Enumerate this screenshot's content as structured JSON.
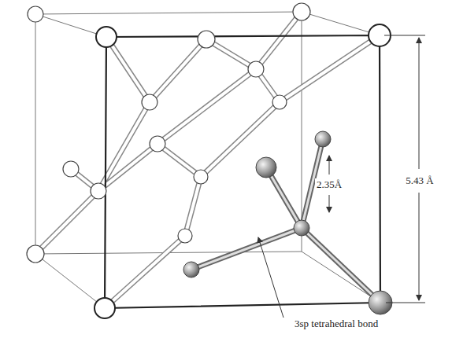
{
  "diagram": {
    "labels": [
      "5.43 Å",
      "2.35Å",
      "3sp tetrahedral bond"
    ]
  }
}
